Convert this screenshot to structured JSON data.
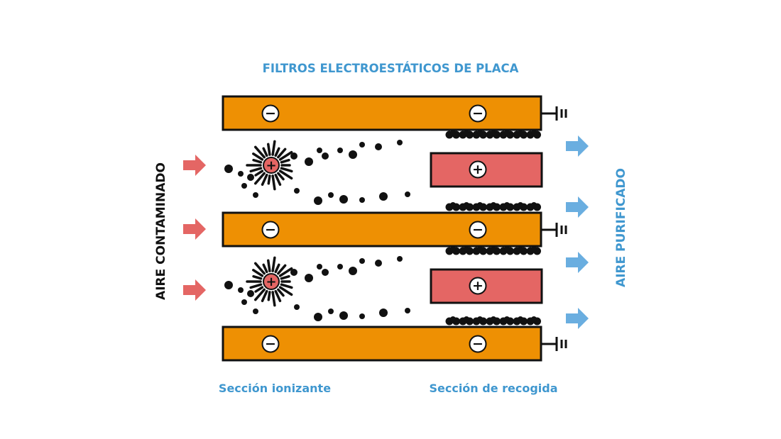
{
  "title": "FILTROS ELECTROESTÁTICOS DE PLACA",
  "inlet_label": "AIRE CONTAMINADO",
  "outlet_label": "AIRE PURIFICADO",
  "section_labels": {
    "ionizing": "Sección ionizante",
    "collection": "Sección de recogida"
  },
  "symbols": {
    "negative": "−",
    "positive": "+"
  },
  "colors": {
    "title_blue": "#3f97cf",
    "plate_orange": "#ee9003",
    "collector_red": "#e46664",
    "inlet_arrow": "#e46664",
    "outlet_arrow": "#6aaee0",
    "particle": "#111111",
    "text_dark": "#111111"
  },
  "icons": [
    "ground-symbol-icon",
    "inlet-arrow-icon",
    "outlet-arrow-icon",
    "particle-icon"
  ]
}
